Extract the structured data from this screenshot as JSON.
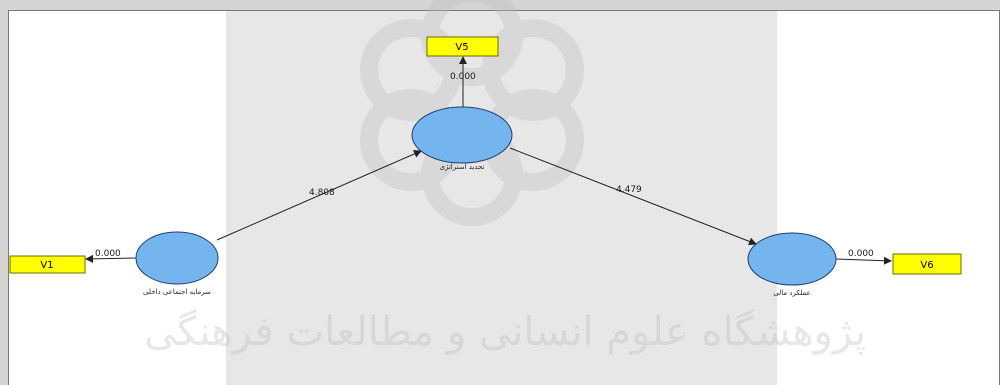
{
  "diagram": {
    "nodes": {
      "latent_left": {
        "label": "سرمایه اجتماعی داخلی"
      },
      "latent_center": {
        "label": "تجدید استراتژی"
      },
      "latent_right": {
        "label": "عملکرد مالی"
      },
      "indicator_v1": {
        "label": "V1"
      },
      "indicator_v5": {
        "label": "V5"
      },
      "indicator_v6": {
        "label": "V6"
      }
    },
    "edges": [
      {
        "from": "latent_left",
        "to": "latent_center",
        "coefficient": "4.808"
      },
      {
        "from": "latent_center",
        "to": "latent_right",
        "coefficient": "4.479"
      },
      {
        "from": "latent_left",
        "to": "indicator_v1",
        "coefficient": "0.000"
      },
      {
        "from": "latent_center",
        "to": "indicator_v5",
        "coefficient": "0.000"
      },
      {
        "from": "latent_right",
        "to": "indicator_v6",
        "coefficient": "0.000"
      }
    ],
    "colors": {
      "latent_fill": "#74b5ef",
      "indicator_fill": "#ffff00"
    }
  },
  "watermark": {
    "text": "پژوهشگاه علوم انسانی و مطالعات فرهنگی"
  }
}
